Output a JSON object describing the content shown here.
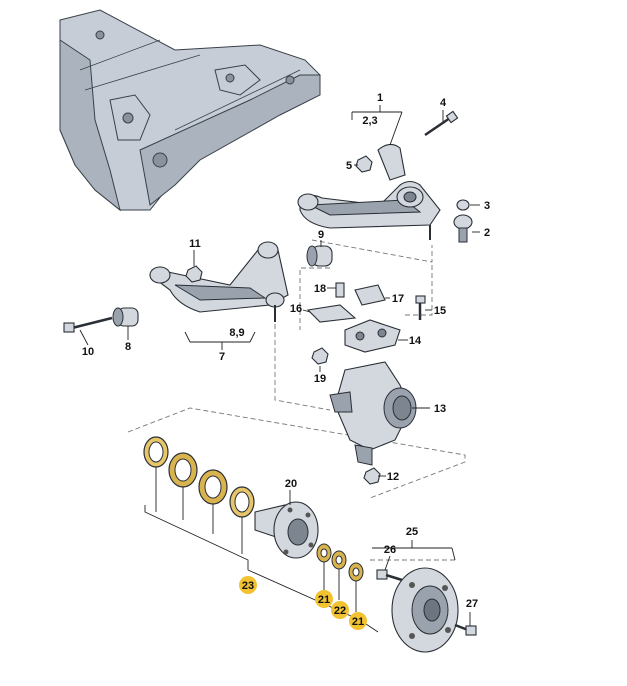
{
  "diagram": {
    "highlight_color": "#f2c230",
    "part_color": "#d3d8de",
    "callouts": {
      "c1": "1",
      "c2_3": "2,3",
      "c4": "4",
      "c5": "5",
      "c3": "3",
      "c2": "2",
      "c9": "9",
      "c11": "11",
      "c18": "18",
      "c17": "17",
      "c16": "16",
      "c15": "15",
      "c10": "10",
      "c8": "8",
      "c8_9": "8,9",
      "c7": "7",
      "c14": "14",
      "c19": "19",
      "c13": "13",
      "c12": "12",
      "c20": "20",
      "c25": "25",
      "c26": "26",
      "c23": "23",
      "c21a": "21",
      "c22": "22",
      "c21b": "21",
      "c27": "27"
    }
  }
}
